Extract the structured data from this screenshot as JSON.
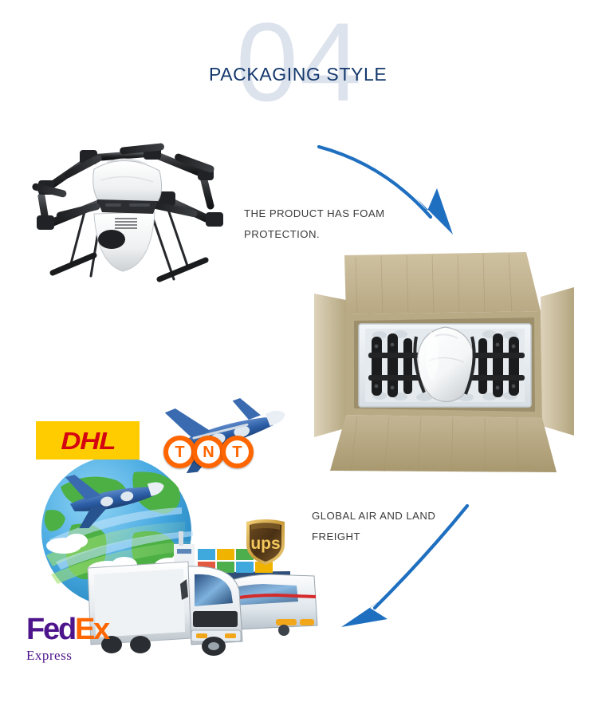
{
  "header": {
    "watermark_number": "04",
    "title": "PACKAGING STYLE",
    "title_color": "#14386c",
    "watermark_color": "#dde3ed"
  },
  "callouts": {
    "foam": "THE PRODUCT HAS FOAM\nPROTECTION.",
    "freight": "GLOBAL AIR AND LAND\nFREIGHT"
  },
  "arrows": {
    "color": "#1f6fc0",
    "top": {
      "name": "curved-arrow-down-right"
    },
    "bottom": {
      "name": "curved-arrow-down-left"
    }
  },
  "images": {
    "drone": {
      "name": "hexacopter-agricultural-drone",
      "body_color": "#f2f3f4",
      "frame_color": "#2c2c2e"
    },
    "package": {
      "name": "open-cardboard-box-with-foam-insert",
      "carton_color": "#c9ba97",
      "carton_shade": "#b3a382",
      "foam_color": "#e9eef1"
    },
    "logistics": {
      "name": "global-logistics-collage",
      "globe_land": "#4caf3f",
      "globe_sea": "#3ba8e0",
      "plane_color": "#2b5ea8",
      "truck_color": "#e8ecf0",
      "train_color": "#dfe6ec",
      "ship_color": "#d73a3a"
    }
  },
  "logos": {
    "dhl": {
      "name": "dhl-logo",
      "text": "DHL",
      "background": "#ffcc00",
      "text_color": "#d40511"
    },
    "tnt": {
      "name": "tnt-logo",
      "letters": [
        "T",
        "N",
        "T"
      ],
      "ring_color": "#ff6600",
      "letter_color": "#ff6600"
    },
    "ups": {
      "name": "ups-logo",
      "text": "ups",
      "shield_color": "#654321",
      "accent_color": "#ffb500"
    },
    "fedex": {
      "name": "fedex-logo",
      "part_one": "Fed",
      "part_two": "Ex",
      "subtitle": "Express",
      "purple": "#4d148c",
      "orange": "#ff6600"
    }
  }
}
